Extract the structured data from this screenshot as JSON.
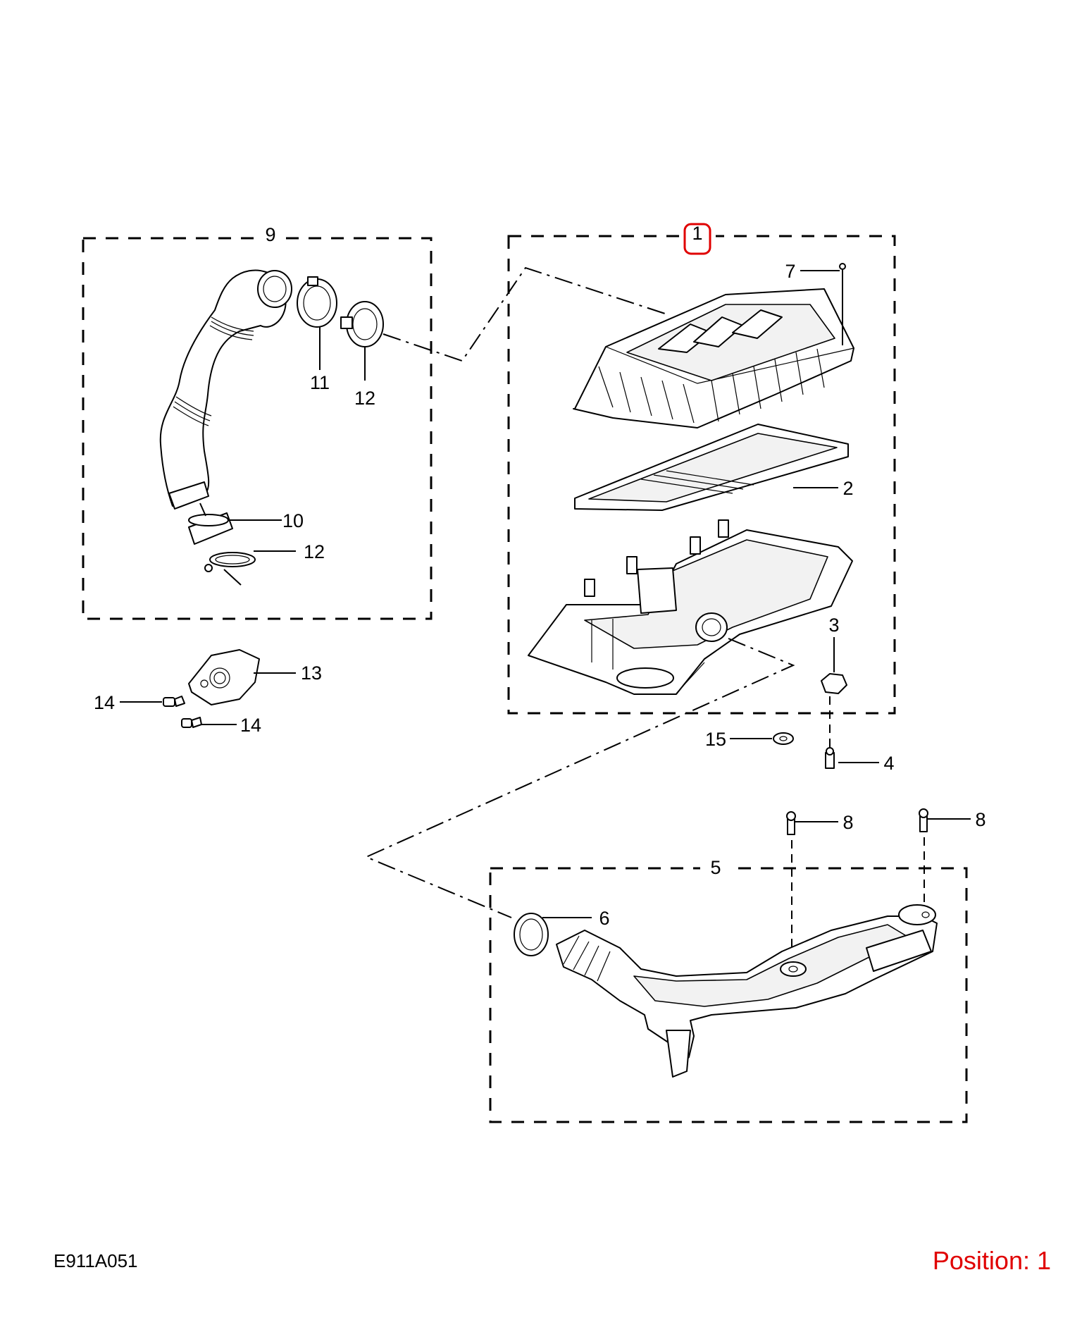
{
  "diagram": {
    "drawing_code": "E911A051",
    "position_label": "Position: 1",
    "highlight_color": "#e00000",
    "callouts": {
      "c1": "1",
      "c2": "2",
      "c3": "3",
      "c4": "4",
      "c5": "5",
      "c6": "6",
      "c7": "7",
      "c8a": "8",
      "c8b": "8",
      "c9": "9",
      "c10": "10",
      "c11": "11",
      "c12a": "12",
      "c12b": "12",
      "c13": "13",
      "c14a": "14",
      "c14b": "14",
      "c15": "15"
    }
  }
}
